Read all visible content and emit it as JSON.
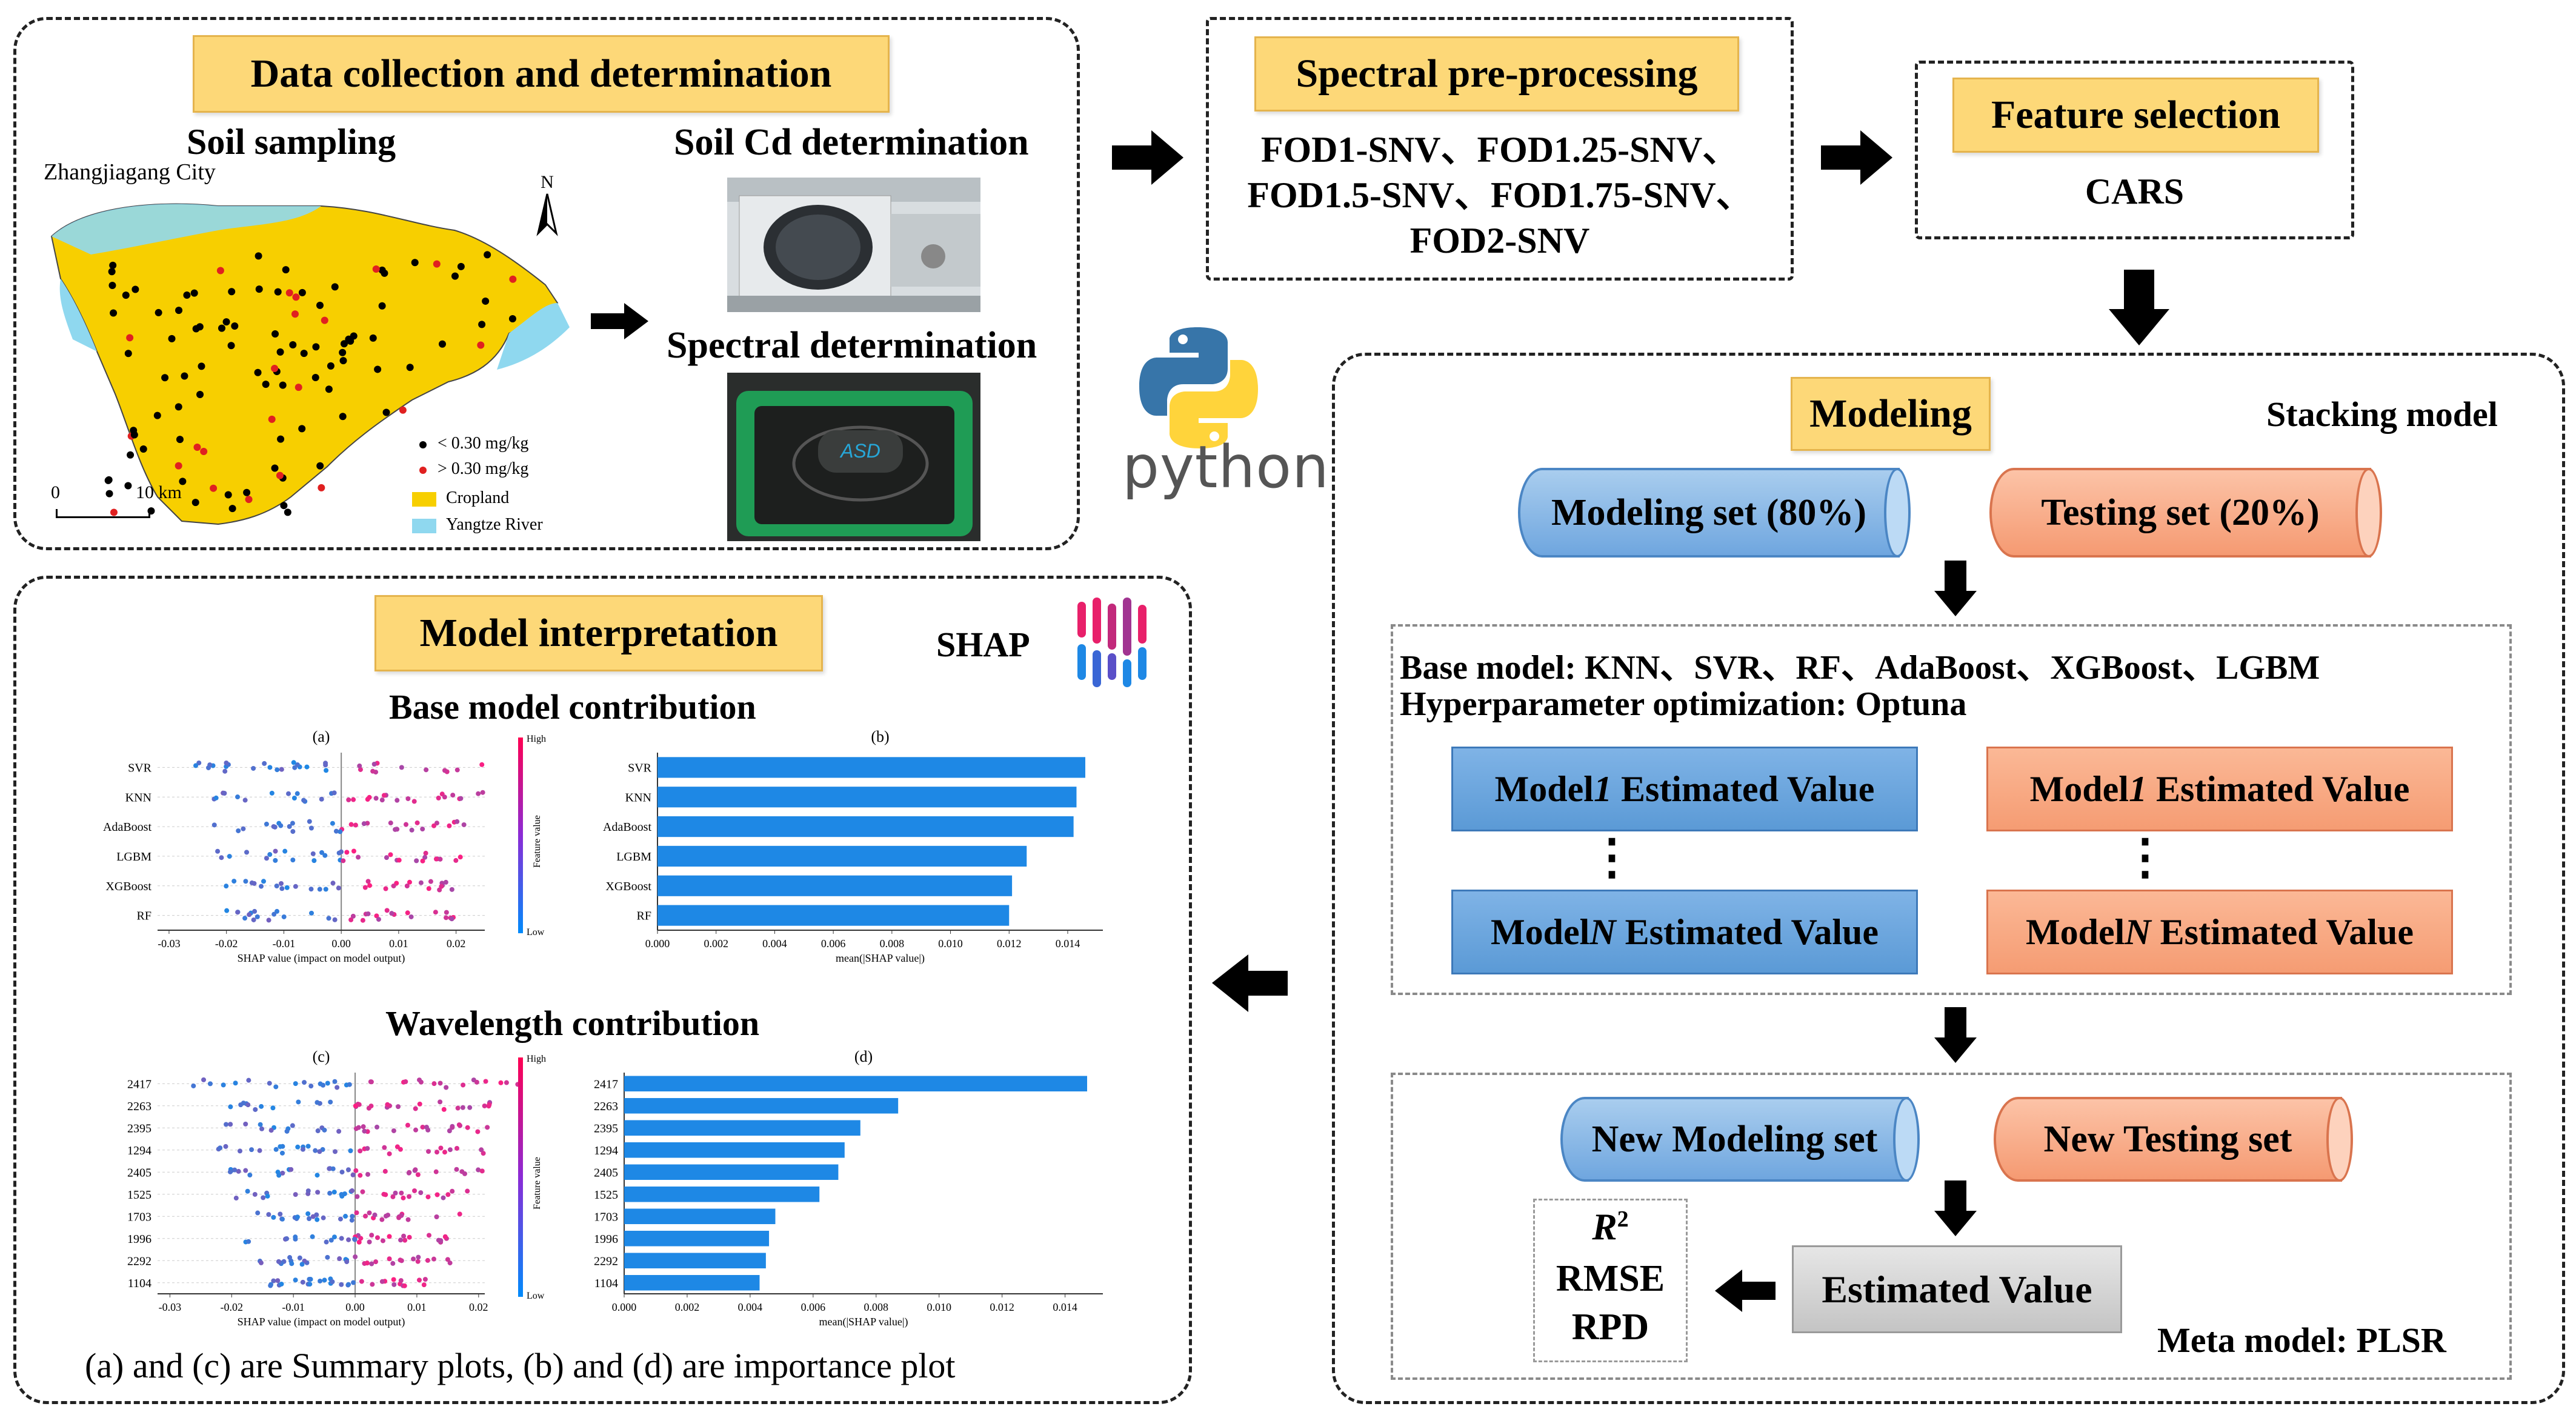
{
  "data_collection": {
    "title": "Data collection and determination",
    "soil_sampling": "Soil sampling",
    "city": "Zhangjiagang City",
    "north": "N",
    "legend_below": "< 0.30 mg/kg",
    "legend_above": "> 0.30 mg/kg",
    "legend_cropland": "Cropland",
    "legend_river": "Yangtze River",
    "scale_zero": "0",
    "scale_km": "10 km",
    "soil_cd": "Soil Cd determination",
    "spectral": "Spectral determination",
    "colors": {
      "cropland": "#f7cf00",
      "river": "#8fd8ef",
      "below": "#000000",
      "above": "#e02020"
    }
  },
  "preprocessing": {
    "title": "Spectral pre-processing",
    "line1": "FOD1-SNV、FOD1.25-SNV、",
    "line2": "FOD1.5-SNV、FOD1.75-SNV、",
    "line3": "FOD2-SNV"
  },
  "feature": {
    "title": "Feature selection",
    "method": "CARS"
  },
  "python_label": "python",
  "modeling": {
    "title": "Modeling",
    "stacking": "Stacking model",
    "modeling_set": "Modeling set (80%)",
    "testing_set": "Testing set (20%)",
    "base_model": "Base model: KNN、SVR、RF、AdaBoost、XGBoost、LGBM",
    "hyper": "Hyperparameter optimization: Optuna",
    "model1_prefix": "Model ",
    "model1_num": "1",
    "modelN_num": "N",
    "estimated_suffix": " Estimated Value",
    "vdots": "⋮",
    "new_modeling": "New Modeling set",
    "new_testing": "New Testing set",
    "estimated_value": "Estimated Value",
    "metric_r": "R",
    "metric_r_sup": "2",
    "metric_rmse": "RMSE",
    "metric_rpd": "RPD",
    "meta": "Meta model: PLSR"
  },
  "interpretation": {
    "title": "Model interpretation",
    "shap": "SHAP",
    "base_contrib": "Base model contribution",
    "wave_contrib": "Wavelength contribution",
    "caption": "(a) and (c) are Summary plots, (b) and (d) are importance plot"
  },
  "chart_data": [
    {
      "type": "scatter",
      "panel": "(a)",
      "categories": [
        "SVR",
        "KNN",
        "AdaBoost",
        "LGBM",
        "XGBoost",
        "RF"
      ],
      "xlabel": "SHAP value (impact on model output)",
      "ylabel": "Feature value",
      "xticks": [
        "-0.03",
        "-0.02",
        "-0.01",
        "0.00",
        "0.01",
        "0.02"
      ],
      "xlim": [
        -0.032,
        0.025
      ],
      "colorbar": [
        "High",
        "Low"
      ]
    },
    {
      "type": "bar",
      "panel": "(b)",
      "categories": [
        "SVR",
        "KNN",
        "AdaBoost",
        "LGBM",
        "XGBoost",
        "RF"
      ],
      "values": [
        0.0146,
        0.0143,
        0.0142,
        0.0126,
        0.0121,
        0.012
      ],
      "xlabel": "mean(|SHAP value|)",
      "xticks": [
        "0.000",
        "0.002",
        "0.004",
        "0.006",
        "0.008",
        "0.010",
        "0.012",
        "0.014"
      ],
      "xlim": [
        0,
        0.0152
      ]
    },
    {
      "type": "scatter",
      "panel": "(c)",
      "categories": [
        "2417",
        "2263",
        "2395",
        "1294",
        "2405",
        "1525",
        "1703",
        "1996",
        "2292",
        "1104"
      ],
      "xlabel": "SHAP value (impact on model output)",
      "ylabel": "Feature value",
      "xticks": [
        "-0.03",
        "-0.02",
        "-0.01",
        "0.00",
        "0.01",
        "0.02"
      ],
      "xlim": [
        -0.032,
        0.021
      ],
      "colorbar": [
        "High",
        "Low"
      ]
    },
    {
      "type": "bar",
      "panel": "(d)",
      "categories": [
        "2417",
        "2263",
        "2395",
        "1294",
        "2405",
        "1525",
        "1703",
        "1996",
        "2292",
        "1104"
      ],
      "values": [
        0.0147,
        0.0087,
        0.0075,
        0.007,
        0.0068,
        0.0062,
        0.0048,
        0.0046,
        0.0045,
        0.0043
      ],
      "xlabel": "mean(|SHAP value|)",
      "xticks": [
        "0.000",
        "0.002",
        "0.004",
        "0.006",
        "0.008",
        "0.010",
        "0.012",
        "0.014"
      ],
      "xlim": [
        0,
        0.0152
      ]
    }
  ]
}
